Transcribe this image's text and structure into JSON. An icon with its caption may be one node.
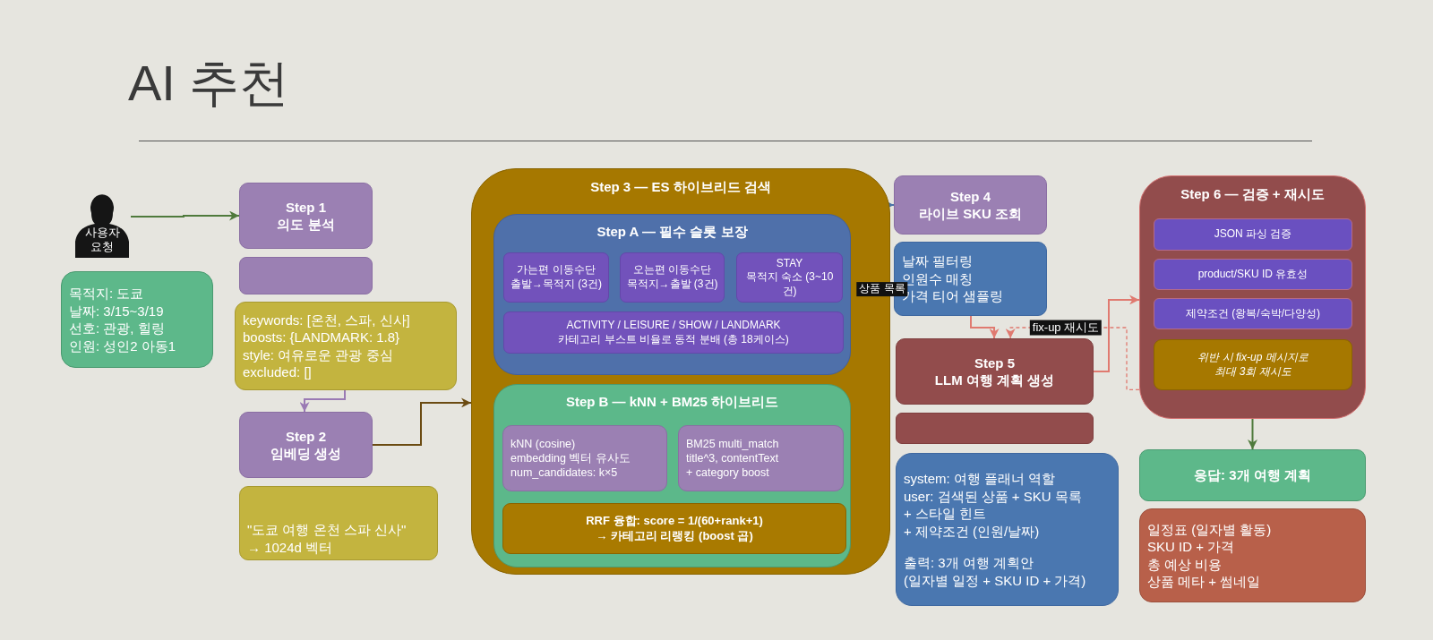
{
  "diagram": {
    "title": "AI 추천",
    "nodes": [
      {
        "text": [
          "사용자 요청"
        ]
      },
      {
        "text": [
          "목적지: 도쿄",
          "날짜: 3/15~3/19",
          "선호: 관광, 힐링",
          "인원: 성인2 아동1"
        ]
      },
      {
        "text": [
          "Step 1",
          "의도 분석"
        ]
      },
      {
        "text": [],
        "shape": "box"
      },
      {
        "text": [
          "keywords: [온천, 스파, 신사]",
          "boosts: {LANDMARK: 1.8}",
          "style: 여유로운 관광 중심",
          "excluded: []"
        ]
      },
      {
        "text": [
          "Step 2",
          "임베딩 생성"
        ]
      },
      {
        "text": [
          "\"도쿄 여행 온천 스파 신사\"",
          "→ 1024d 벡터"
        ]
      },
      {
        "text": [
          "Step 3 — ES 하이브리드 검색"
        ]
      },
      {
        "text": [
          "Step A — 필수 슬롯 보장"
        ],
        "in": 7
      },
      {
        "text": [
          "가는편 이동수단",
          "출발→목적지 (3건)"
        ],
        "in": 8
      },
      {
        "text": [
          "오는편 이동수단",
          "목적지→출발 (3건)"
        ],
        "in": 8
      },
      {
        "text": [
          "STAY",
          "목적지 숙소 (3~10건)"
        ],
        "in": 8
      },
      {
        "text": [
          "ACTIVITY / LEISURE / SHOW / LANDMARK",
          "카테고리 부스트 비율로 동적 분배 (총 18케이스)"
        ],
        "in": 8
      },
      {
        "text": [
          "Step B — kNN + BM25 하이브리드"
        ],
        "in": 7
      },
      {
        "text": [
          "kNN (cosine)",
          "embedding 벡터 유사도",
          "num_candidates: k×5"
        ],
        "in": 13
      },
      {
        "text": [
          "BM25 multi_match",
          "title^3, contentText",
          "+ category boost"
        ],
        "in": 13
      },
      {
        "text": [
          "RRF 융합: score = 1/(60+rank+1)",
          "→ 카테고리 리랭킹 (boost 곱)"
        ],
        "in": 13
      },
      {
        "text": [
          "Step 4",
          "라이브 SKU 조회"
        ]
      },
      {
        "text": [
          "날짜 필터링",
          "인원수 매칭",
          "가격 티어 샘플링"
        ]
      },
      {
        "text": [
          "Step 5",
          "LLM 여행 계획 생성"
        ]
      },
      {
        "text": [],
        "shape": "box"
      },
      {
        "text": [
          "system: 여행 플래너 역할",
          "user: 검색된 상품 + SKU 목록",
          "+ 스타일 힌트",
          "+ 제약조건 (인원/날짜)",
          "출력: 3개 여행 계획안",
          "(일자별 일정 + SKU ID + 가격)"
        ]
      },
      {
        "text": [
          "Step 6 — 검증 + 재시도"
        ]
      },
      {
        "text": [
          "JSON 파싱 검증"
        ],
        "in": 22
      },
      {
        "text": [
          "product/SKU ID 유효성"
        ],
        "in": 22
      },
      {
        "text": [
          "제약조건 (왕복/숙박/다양성)"
        ],
        "in": 22
      },
      {
        "text": [
          "위반 시 fix-up 메시지로",
          "최대 3회 재시도"
        ],
        "in": 22
      },
      {
        "text": [
          "응답: 3개 여행 계획"
        ]
      },
      {
        "text": [
          "일정표 (일자별 활동)",
          "SKU ID + 가격",
          "총 예상 비용",
          "상품 메타 + 썸네일"
        ]
      }
    ],
    "edges": [
      {
        "from": 0,
        "to": 2,
        "arrow": "to",
        "color": "#4f7a3c"
      },
      {
        "from": 4,
        "to": 5,
        "arrow": "to",
        "color": "#9a7ab4"
      },
      {
        "from": 5,
        "to": 7,
        "arrow": "to",
        "color": "#6b4b12"
      },
      {
        "from": 7,
        "to": 17,
        "arrow": "to",
        "label": "상품 목록",
        "color": "#4a74a8"
      },
      {
        "from": 18,
        "to": 19,
        "arrow": "to",
        "color": "#e07a70"
      },
      {
        "from": 19,
        "to": 22,
        "arrow": "to",
        "color": "#e07a70"
      },
      {
        "from": 22,
        "to": 19,
        "arrow": "to",
        "label": "fix-up 재시도",
        "style": "dashed",
        "color": "#e07a70"
      },
      {
        "from": 22,
        "to": 27,
        "arrow": "to",
        "color": "#4f7a3c"
      }
    ]
  }
}
